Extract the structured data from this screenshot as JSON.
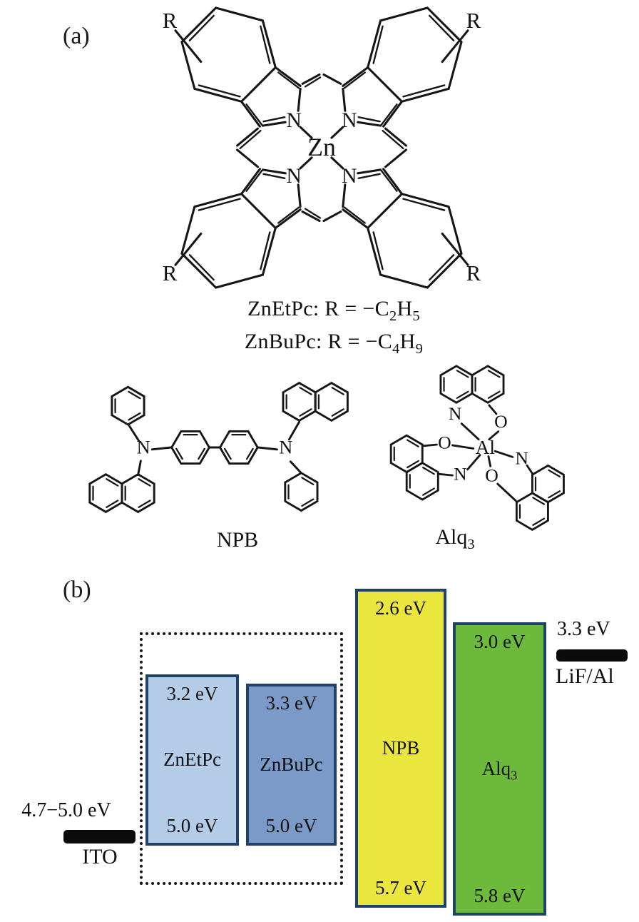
{
  "panel_a": {
    "label": "(a)",
    "znpc": {
      "center_atom": "Zn",
      "nitrogen": "N",
      "r_label": "R"
    },
    "formulas": [
      {
        "pre": "ZnEtPc: R = −C",
        "sub1": "2",
        "mid": "H",
        "sub2": "5"
      },
      {
        "pre": "ZnBuPc: R = −C",
        "sub1": "4",
        "mid": "H",
        "sub2": "9"
      }
    ],
    "npb_label": "NPB",
    "npb_nitrogen": "N",
    "alq": {
      "central_atom": "Al",
      "nitrogen": "N",
      "oxygen": "O",
      "label_base": "Alq",
      "label_sub": "3"
    }
  },
  "panel_b": {
    "label": "(b)",
    "ito": {
      "work_function": "4.7−5.0 eV",
      "name": "ITO"
    },
    "lif_al": {
      "level": "3.3 eV",
      "name": "LiF/Al"
    },
    "layers": [
      {
        "name": "ZnEtPc",
        "lumo": "3.2 eV",
        "homo": "5.0 eV",
        "fill": "#b5cce9"
      },
      {
        "name": "ZnBuPc",
        "lumo": "3.3 eV",
        "homo": "5.0 eV",
        "fill": "#7b9ac8"
      },
      {
        "name": "NPB",
        "lumo": "2.6 eV",
        "homo": "5.7 eV",
        "fill": "#eae63e"
      },
      {
        "name": "Alq",
        "name_sub": "3",
        "lumo": "3.0 eV",
        "homo": "5.8 eV",
        "fill": "#6cb93c"
      }
    ]
  },
  "colors": {
    "box_border": "#1e4268",
    "electrode_bar": "#0b0b0b",
    "dotted_outline": "#171717",
    "bond_line": "#161616"
  }
}
